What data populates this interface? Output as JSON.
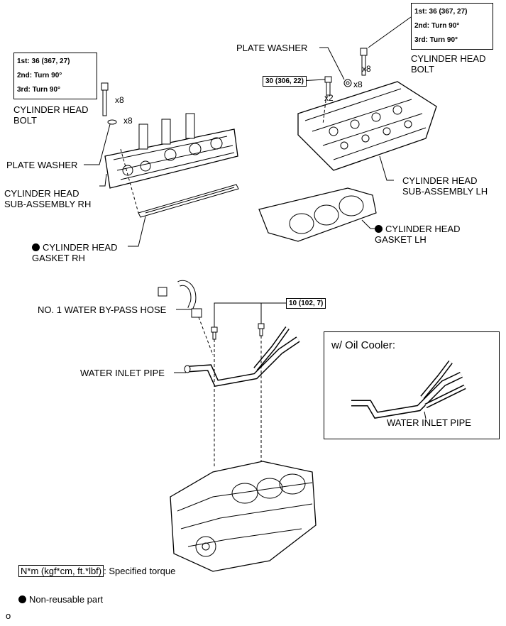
{
  "labels": {
    "head_bolt_rh": "CYLINDER HEAD\nBOLT",
    "plate_washer_rh": "PLATE WASHER",
    "head_rh": "CYLINDER HEAD\nSUB-ASSEMBLY RH",
    "gasket_rh": "CYLINDER HEAD\nGASKET RH",
    "plate_washer_lh": "PLATE WASHER",
    "head_bolt_lh": "CYLINDER HEAD\nBOLT",
    "head_lh": "CYLINDER HEAD\nSUB-ASSEMBLY LH",
    "gasket_lh": "CYLINDER HEAD\nGASKET LH",
    "bypass_hose": "NO. 1 WATER BY-PASS HOSE",
    "inlet_pipe": "WATER INLET PIPE",
    "oil_cooler_title": "w/ Oil Cooler:",
    "inlet_pipe_oil": "WATER INLET PIPE"
  },
  "quantities": {
    "rh_bolt": "x8",
    "rh_washer": "x8",
    "lh_bolt": "x8",
    "lh_washer": "x8",
    "lh_stud": "x2"
  },
  "torque_rh": {
    "first": "1st: 36 (367, 27)",
    "second": "2nd: Turn 90°",
    "third": "3rd: Turn 90°"
  },
  "torque_lh": {
    "first": "1st: 36 (367, 27)",
    "second": "2nd: Turn 90°",
    "third": "3rd: Turn 90°"
  },
  "torque_30": "30 (306, 22)",
  "torque_10": "10 (102, 7)",
  "legend": {
    "torque_key": "N*m (kgf*cm, ft.*lbf)",
    "torque_desc": ": Specified torque",
    "nonreusable": "Non-reusable part"
  },
  "corner_mark": "o"
}
